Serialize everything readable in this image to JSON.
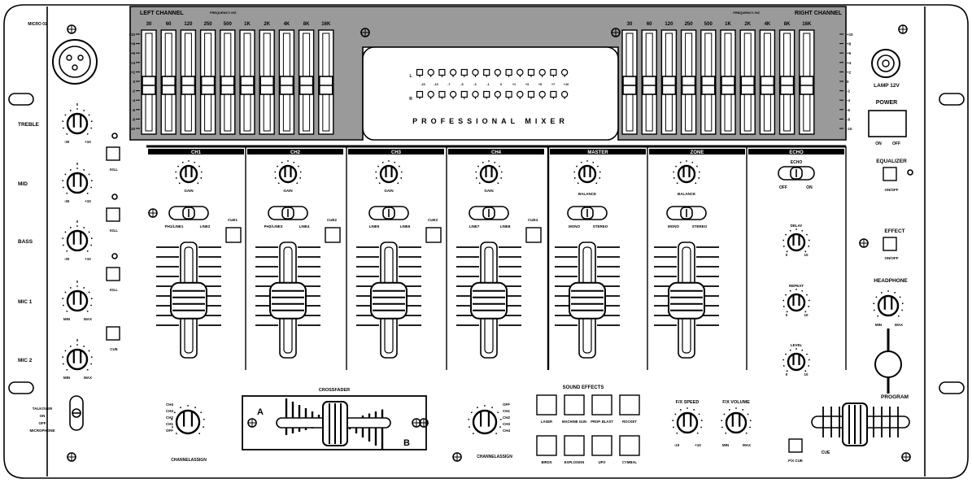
{
  "left_panel": {
    "mic_input": "MICRO 01",
    "treble": "TREBLE",
    "mid": "MID",
    "bass": "BASS",
    "mic1": "MIC 1",
    "mic2": "MIC 2",
    "kill": "KILL",
    "cue": "CUE",
    "tone_min": "-30",
    "tone_max": "+10",
    "tone_zero": "0",
    "vol_min": "MIN",
    "vol_max": "MAX",
    "talkover_label": "TALKOVER",
    "on_label": "ON",
    "off_label": "OFF",
    "microphone_label": "MICROPHONE"
  },
  "eq": {
    "left_title": "LEFT CHANNEL",
    "right_title": "RIGHT CHANNEL",
    "frequency_label": "FREQUENCY /HZ",
    "bands": [
      "30",
      "60",
      "120",
      "250",
      "500",
      "1K",
      "2K",
      "4K",
      "8K",
      "16K"
    ],
    "scale": [
      "+10",
      "+8",
      "+6",
      "+4",
      "+2",
      "0",
      "-2",
      "-4",
      "-6",
      "-8",
      "-10"
    ]
  },
  "display": {
    "title": "PROFESSIONAL MIXER",
    "row_l": "L",
    "row_r": "R",
    "db_labels": [
      "-20",
      "-10",
      "-7",
      "-5",
      "-3",
      "-1",
      "0",
      "+1",
      "+3",
      "+5",
      "+7",
      "+10"
    ]
  },
  "channels": [
    {
      "name": "CH1",
      "knob_label": "GAIN",
      "sw_a": "PH1/LINE1",
      "sw_b": "LINE2",
      "cue": "CUE1"
    },
    {
      "name": "CH2",
      "knob_label": "GAIN",
      "sw_a": "PH2/LINE3",
      "sw_b": "LINE4",
      "cue": "CUE2"
    },
    {
      "name": "CH3",
      "knob_label": "GAIN",
      "sw_a": "LINE5",
      "sw_b": "LINE6",
      "cue": "CUE3"
    },
    {
      "name": "CH4",
      "knob_label": "GAIN",
      "sw_a": "LINE7",
      "sw_b": "LINE8",
      "cue": "CUE4"
    }
  ],
  "master": {
    "name": "MASTER",
    "knob_label": "BALANCE",
    "sw_a": "MONO",
    "sw_b": "STEREO"
  },
  "zone": {
    "name": "ZONE",
    "knob_label": "BALANCE",
    "sw_a": "MONO",
    "sw_b": "STEREO"
  },
  "echo": {
    "name": "ECHO",
    "switch_label": "ECHO",
    "off": "OFF",
    "on": "ON",
    "delay": "DELAY",
    "repeat": "REPEAT",
    "level": "LEVEL",
    "min": "0",
    "max": "10"
  },
  "right_panel": {
    "lamp": "LAMP 12V",
    "power": "POWER",
    "on": "ON",
    "off": "OFF",
    "equalizer": "EQUALIZER",
    "eq_onoff": "ON/OFF",
    "effect": "EFFECT",
    "effect_onoff": "ON/OFF",
    "headphone": "HEADPHONE",
    "hp_min": "MIN",
    "hp_max": "MAX",
    "program": "PROGRAM",
    "cue": "CUE",
    "fx_cue": "F/X CUE"
  },
  "bottom": {
    "crossfader": "CROSSFADER",
    "a": "A",
    "b": "B",
    "channel_assign": "CHANNELASSIGN",
    "assign_left": [
      "CH4",
      "CH3",
      "CH2",
      "CH1",
      "OFF"
    ],
    "assign_right": [
      "OFF",
      "CH1",
      "CH2",
      "CH3",
      "CH4"
    ],
    "sound_effects": "SOUND EFFECTS",
    "effects_top": [
      "LASER",
      "MACHINE GUN",
      "PROP. BLAST",
      "ROCKET"
    ],
    "effects_bottom": [
      "BIRDS",
      "EXPLOSION",
      "UFO",
      "CYMBAL"
    ],
    "fx_speed": "F/X SPEED",
    "fx_volume": "F/X VOLUME",
    "speed_min": "-10",
    "speed_max": "+10",
    "vol_min": "MIN",
    "vol_max": "MAX"
  }
}
